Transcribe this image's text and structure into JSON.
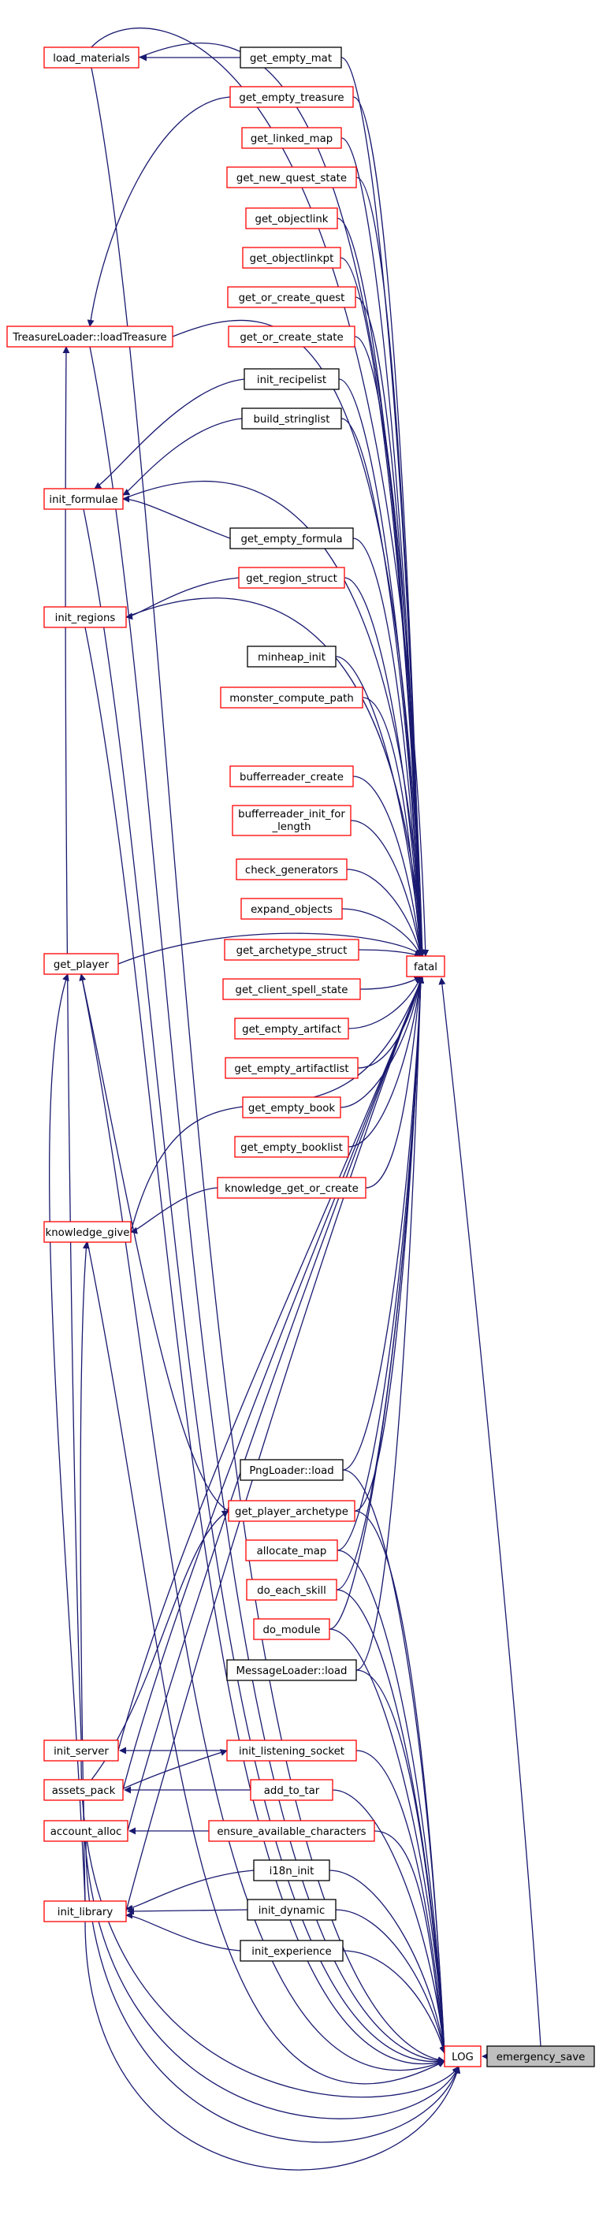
{
  "colors": {
    "edge": "#191970",
    "border_red": "#ff0000",
    "border_black": "#000000",
    "fill_root": "#bfbfbf",
    "fill_default": "#ffffff",
    "text": "#000000"
  },
  "nodes": [
    {
      "id": "n0",
      "label": "emergency_save",
      "border": "black",
      "fill": "root"
    },
    {
      "id": "n1",
      "label": "LOG",
      "border": "red"
    },
    {
      "id": "n2",
      "label": "fatal",
      "border": "red"
    },
    {
      "id": "n3",
      "label": "load_materials",
      "border": "red"
    },
    {
      "id": "n4",
      "label": "get_empty_mat",
      "border": "black"
    },
    {
      "id": "n5",
      "label": "get_empty_treasure",
      "border": "red"
    },
    {
      "id": "n6",
      "label": "get_linked_map",
      "border": "red"
    },
    {
      "id": "n7",
      "label": "get_new_quest_state",
      "border": "red"
    },
    {
      "id": "n8",
      "label": "get_objectlink",
      "border": "red"
    },
    {
      "id": "n9",
      "label": "get_objectlinkpt",
      "border": "red"
    },
    {
      "id": "n10",
      "label": "get_or_create_quest",
      "border": "red"
    },
    {
      "id": "n11",
      "label": "get_or_create_state",
      "border": "red"
    },
    {
      "id": "n12",
      "label": "TreasureLoader::loadTreasure",
      "border": "red"
    },
    {
      "id": "n13",
      "label": "init_recipelist",
      "border": "black"
    },
    {
      "id": "n14",
      "label": "build_stringlist",
      "border": "black"
    },
    {
      "id": "n15",
      "label": "init_formulae",
      "border": "red"
    },
    {
      "id": "n16",
      "label": "get_empty_formula",
      "border": "black"
    },
    {
      "id": "n17",
      "label": "get_region_struct",
      "border": "red"
    },
    {
      "id": "n18",
      "label": "init_regions",
      "border": "red"
    },
    {
      "id": "n19",
      "label": "minheap_init",
      "border": "black"
    },
    {
      "id": "n20",
      "label": "monster_compute_path",
      "border": "red"
    },
    {
      "id": "n21",
      "label": "bufferreader_create",
      "border": "red"
    },
    {
      "id": "n22",
      "label": "bufferreader_init_for",
      "label2": "_length",
      "border": "red"
    },
    {
      "id": "n23",
      "label": "check_generators",
      "border": "red"
    },
    {
      "id": "n24",
      "label": "expand_objects",
      "border": "red"
    },
    {
      "id": "n25",
      "label": "get_archetype_struct",
      "border": "red"
    },
    {
      "id": "n26",
      "label": "get_client_spell_state",
      "border": "red"
    },
    {
      "id": "n27",
      "label": "get_empty_artifact",
      "border": "red"
    },
    {
      "id": "n28",
      "label": "get_empty_artifactlist",
      "border": "red"
    },
    {
      "id": "n29",
      "label": "get_empty_book",
      "border": "red"
    },
    {
      "id": "n30",
      "label": "get_empty_booklist",
      "border": "red"
    },
    {
      "id": "n31",
      "label": "knowledge_get_or_create",
      "border": "red"
    },
    {
      "id": "n32",
      "label": "get_player",
      "border": "red"
    },
    {
      "id": "n33",
      "label": "knowledge_give",
      "border": "red"
    },
    {
      "id": "n34",
      "label": "PngLoader::load",
      "border": "black"
    },
    {
      "id": "n35",
      "label": "get_player_archetype",
      "border": "red"
    },
    {
      "id": "n36",
      "label": "allocate_map",
      "border": "red"
    },
    {
      "id": "n37",
      "label": "do_each_skill",
      "border": "red"
    },
    {
      "id": "n38",
      "label": "do_module",
      "border": "red"
    },
    {
      "id": "n39",
      "label": "MessageLoader::load",
      "border": "black"
    },
    {
      "id": "n40",
      "label": "init_server",
      "border": "red"
    },
    {
      "id": "n41",
      "label": "init_listening_socket",
      "border": "red"
    },
    {
      "id": "n42",
      "label": "assets_pack",
      "border": "red"
    },
    {
      "id": "n43",
      "label": "add_to_tar",
      "border": "red"
    },
    {
      "id": "n44",
      "label": "account_alloc",
      "border": "red"
    },
    {
      "id": "n45",
      "label": "ensure_available_characters",
      "border": "red"
    },
    {
      "id": "n46",
      "label": "i18n_init",
      "border": "black"
    },
    {
      "id": "n47",
      "label": "init_library",
      "border": "red"
    },
    {
      "id": "n48",
      "label": "init_dynamic",
      "border": "black"
    },
    {
      "id": "n49",
      "label": "init_experience",
      "border": "black"
    }
  ]
}
